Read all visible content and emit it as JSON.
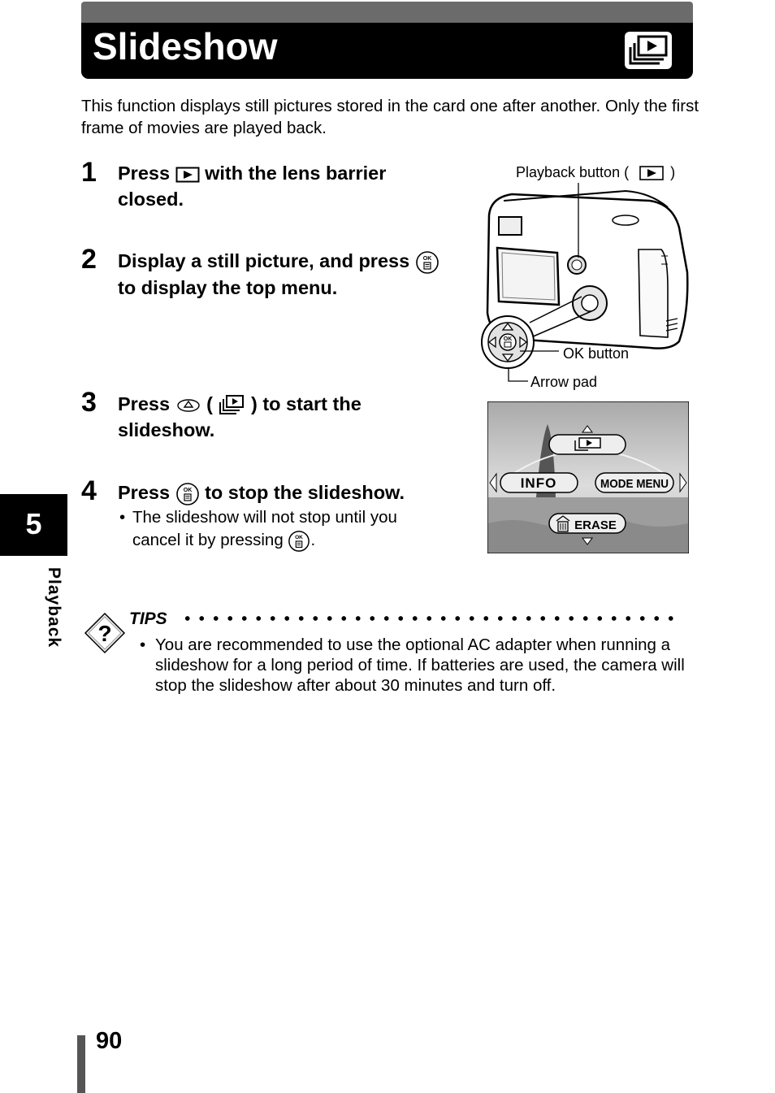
{
  "header": {
    "title": "Slideshow",
    "icon": "slideshow-icon"
  },
  "intro": "This function displays still pictures stored in the card one after another. Only the first frame of movies are played back.",
  "steps": [
    {
      "number": "1",
      "text_a": "Press",
      "text_b": "with the lens barrier closed."
    },
    {
      "number": "2",
      "text_a": "Display a still picture, and press",
      "text_b": "to display the top menu."
    },
    {
      "number": "3",
      "text_a": "Press",
      "text_b": "(",
      "text_c": ") to start the slideshow."
    },
    {
      "number": "4",
      "text_a": "Press",
      "text_b": "to stop the slideshow.",
      "bullet": "The slideshow will not stop until you cancel it by pressing",
      "bullet_end": "."
    }
  ],
  "figure": {
    "playback_label": "Playback button (",
    "playback_label_end": ")",
    "ok_label": "OK button",
    "arrow_label": "Arrow pad",
    "ok_key_text": "OK"
  },
  "menu_screen": {
    "left": "INFO",
    "right": "MODE MENU",
    "bottom": "ERASE"
  },
  "chapter": {
    "number": "5",
    "label": "Playback"
  },
  "tips": {
    "title": "TIPS",
    "bullet_mark": "•",
    "text": "You are recommended to use the optional AC adapter when running a slideshow for a long period of time. If batteries are used, the camera will stop the slideshow after about 30 minutes and turn off."
  },
  "page_number": "90",
  "bullet_mark": "•"
}
